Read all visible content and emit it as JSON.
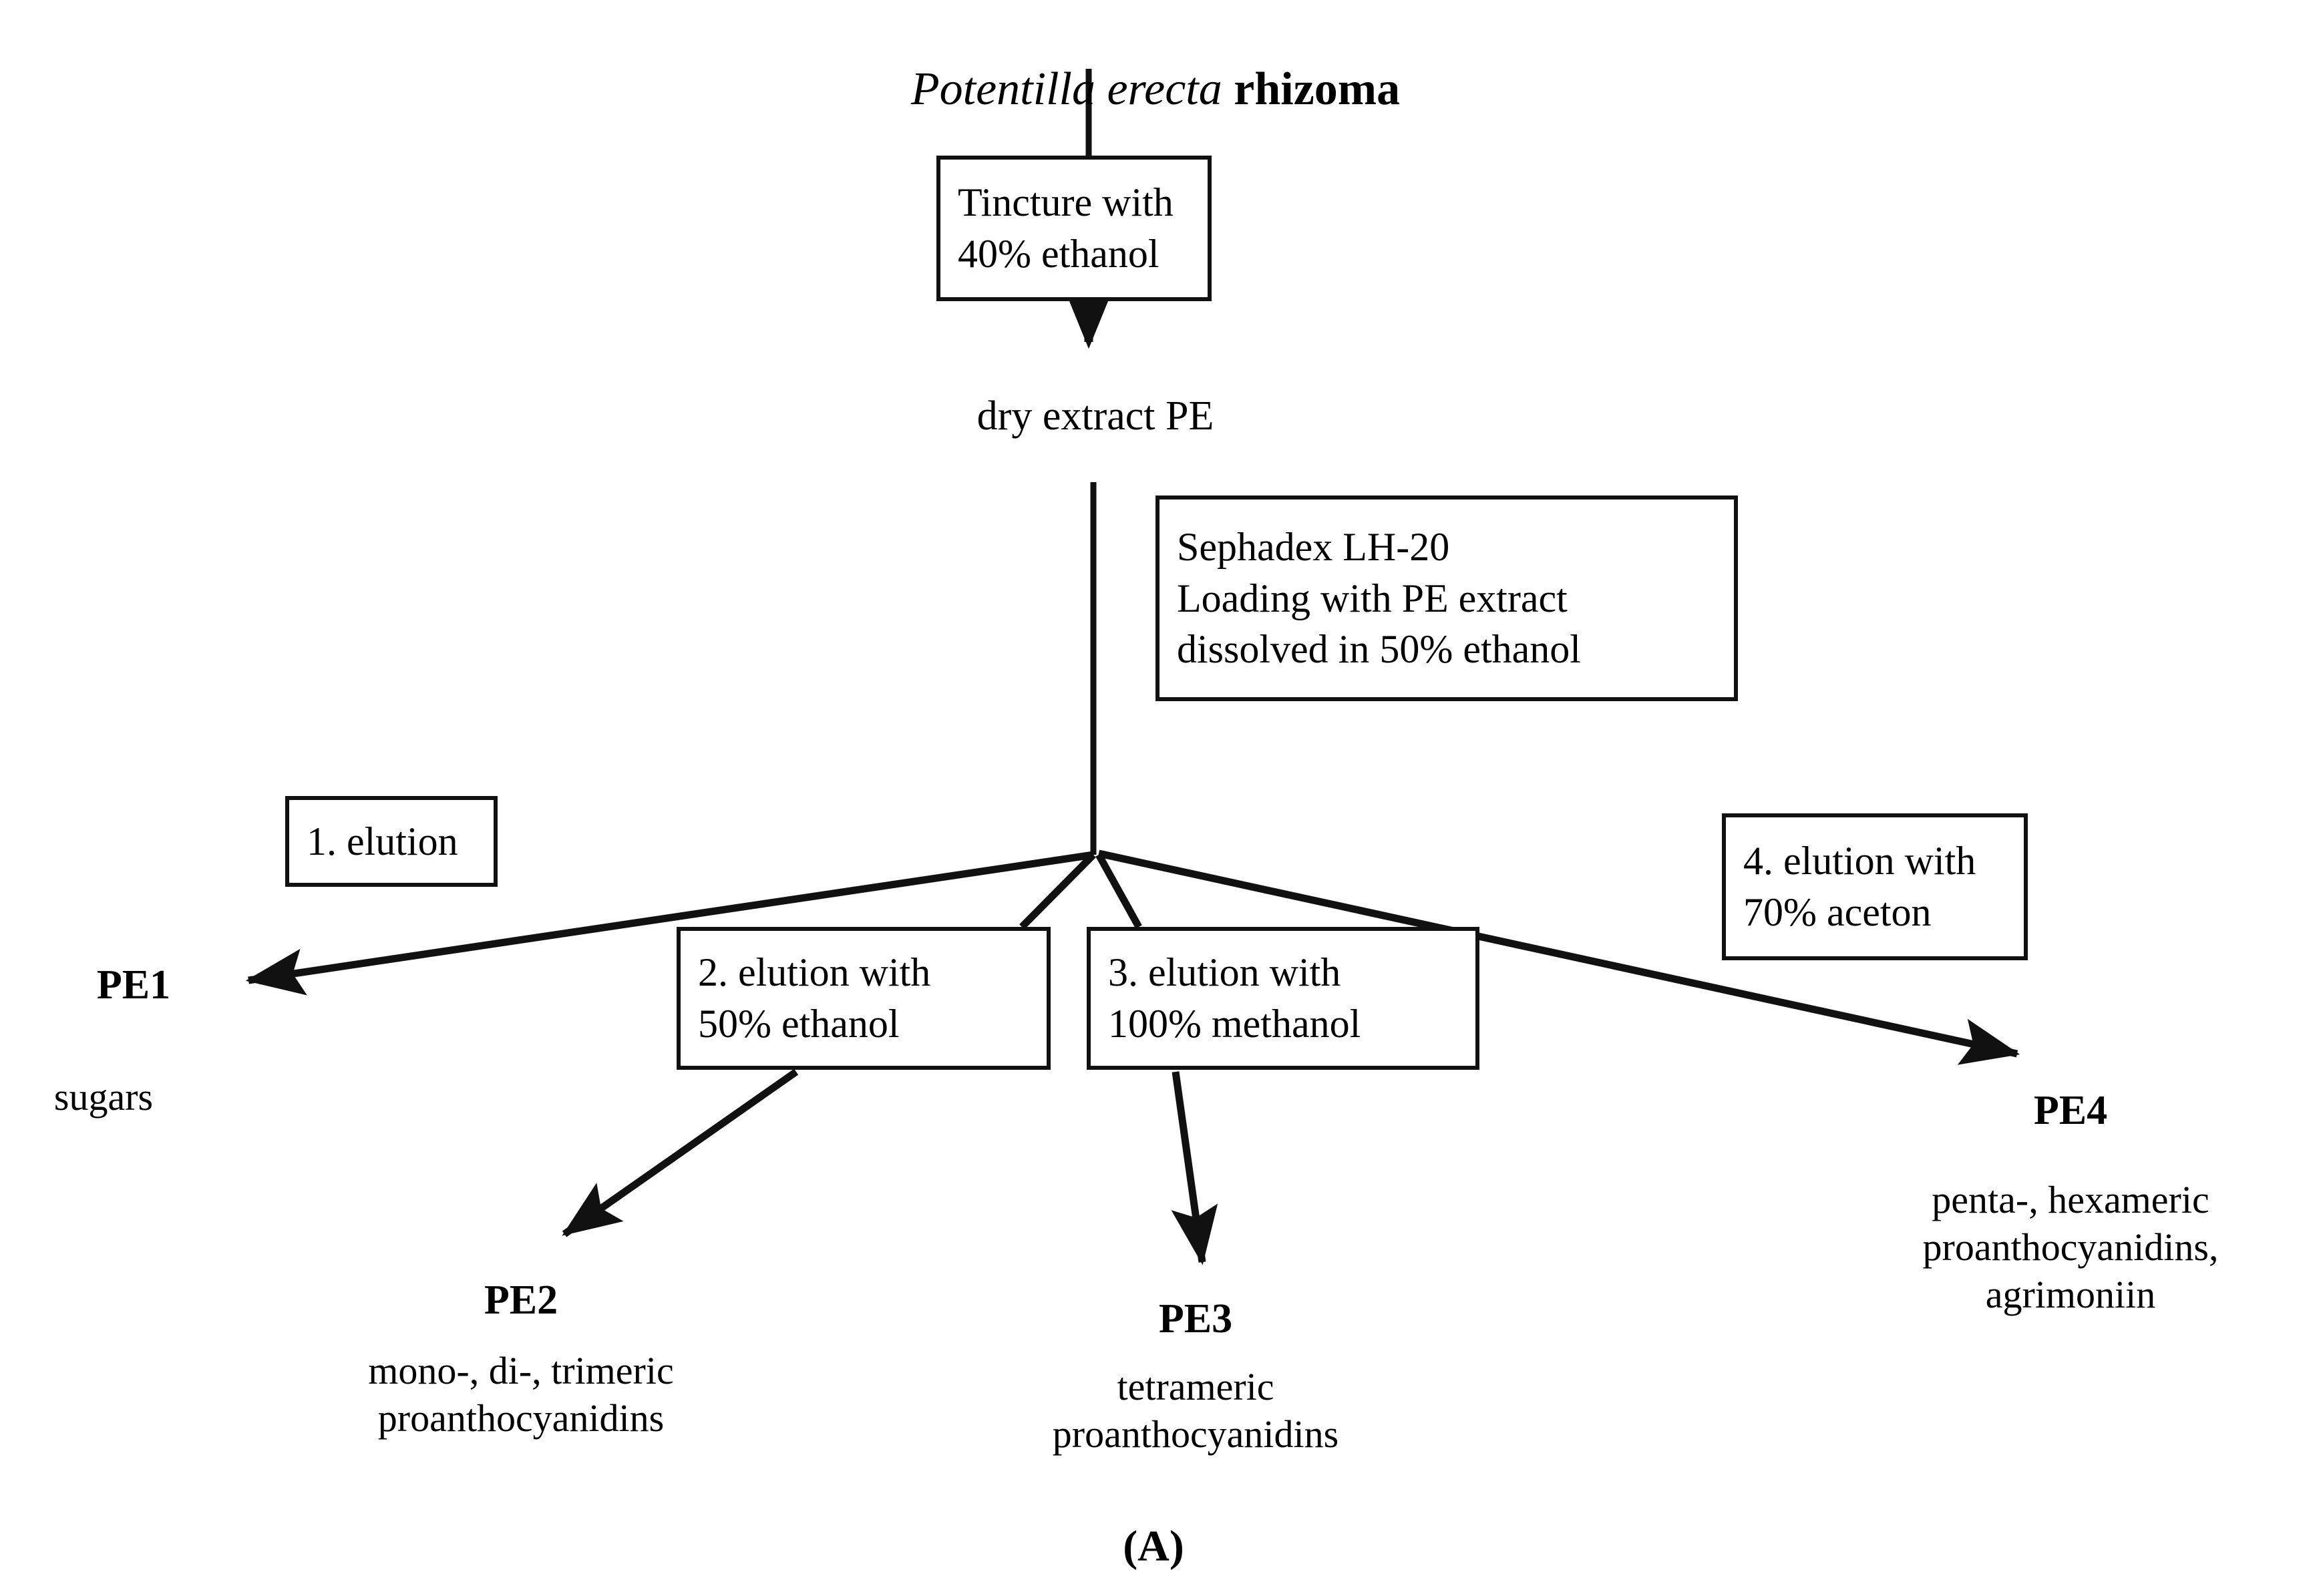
{
  "figure": {
    "title_italic": "Potentilla erecta",
    "title_roman": " rhizoma",
    "panel_caption": "(A)",
    "ink_color": "#111111",
    "background_color": "#ffffff"
  },
  "process": {
    "tincture_box": "Tincture with\n40% ethanol",
    "dry_extract_label": "dry extract PE",
    "sephadex_box": "Sephadex LH-20\nLoading with PE extract\ndissolved in 50% ethanol"
  },
  "elutions": [
    {
      "id": "elution-1",
      "label": "1. elution"
    },
    {
      "id": "elution-2",
      "label": "2. elution with\n50% ethanol"
    },
    {
      "id": "elution-3",
      "label": "3. elution with\n100% methanol"
    },
    {
      "id": "elution-4",
      "label": "4. elution with\n70% aceton"
    }
  ],
  "fractions": [
    {
      "id": "PE1",
      "name": "PE1",
      "description": "sugars"
    },
    {
      "id": "PE2",
      "name": "PE2",
      "description": "mono-, di-, trimeric\nproanthocyanidins"
    },
    {
      "id": "PE3",
      "name": "PE3",
      "description": "tetrameric\nproanthocyanidins"
    },
    {
      "id": "PE4",
      "name": "PE4",
      "description": "penta-, hexameric\nproanthocyanidins,\nagrimoniin"
    }
  ]
}
